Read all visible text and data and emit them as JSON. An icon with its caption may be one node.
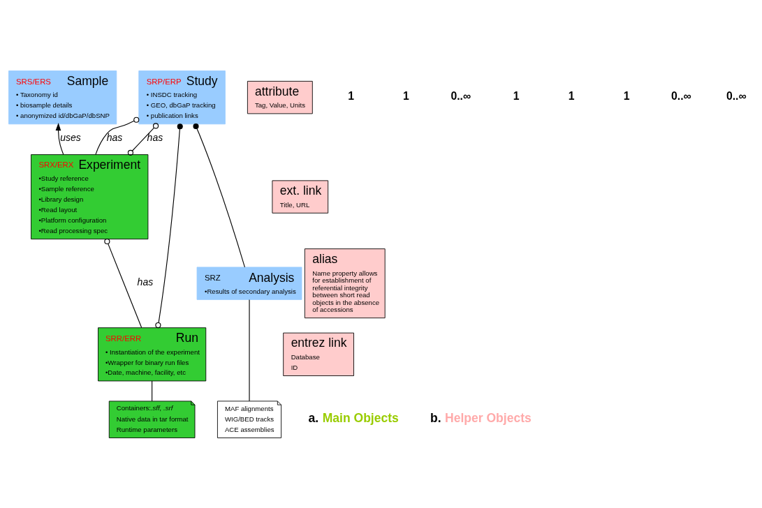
{
  "diagram": {
    "nodes": [
      {
        "text": [
          "SRP/ERP",
          "Study",
          "• INSDC tracking",
          "• GEO, dbGaP tracking",
          "• publication links"
        ]
      },
      {
        "text": [
          "SRS/ERS",
          "Sample",
          "• Taxonomy id",
          "• biosample details",
          "• anonymized id/dbGaP/dbSNP"
        ]
      },
      {
        "text": [
          "attribute",
          "Tag, Value, Units"
        ]
      },
      {
        "text": [
          "SRX/ERX",
          "Experiment",
          "•Study reference",
          "•Sample reference",
          "•Library design",
          "•Read layout",
          "•Platform configuration",
          "•Read processing spec"
        ]
      },
      {
        "text": [
          "ext. link",
          "Title, URL"
        ]
      },
      {
        "text": [
          "entrez link",
          "Database",
          "ID"
        ]
      },
      {
        "text": [
          "alias",
          "Name property allows for establishment of referential integrity between short read objects in the absence of accessions"
        ]
      },
      {
        "text": [
          "SRR/ERR",
          "Run",
          "• Instantiation of the experiment",
          "•Wrapper for binary run files",
          "•Date, machine, facility, etc"
        ]
      },
      {
        "text": [
          "SRZ",
          "Analysis",
          "•Results of secondary analysis"
        ]
      },
      {
        "text": [
          "Containers:*.sff, .srf*",
          "Native data in tar format",
          "Runtime parameters"
        ]
      },
      {
        "text": [
          "MAF alignments",
          "WIG/BED tracks",
          "ACE assemblies"
        ]
      }
    ],
    "edges": [
      {
        "from": 0,
        "to": 3,
        "arrow": "other",
        "label": "has"
      },
      {
        "from": 0,
        "to": 3,
        "arrow": "other",
        "label": "has"
      },
      {
        "from": 0,
        "to": 7,
        "arrow": "other"
      },
      {
        "from": 0,
        "to": 8,
        "arrow": "other"
      },
      {
        "from": 3,
        "to": 1,
        "arrow": "to",
        "label": "uses"
      },
      {
        "from": 3,
        "to": 7,
        "arrow": "other",
        "label": "has"
      },
      {
        "from": 7,
        "to": 9,
        "arrow": "none"
      },
      {
        "from": 8,
        "to": 10,
        "arrow": "none"
      }
    ],
    "labels": [
      "1",
      "1",
      "0..∞",
      "1",
      "1",
      "1",
      "0..∞",
      "0..∞",
      "a. Main Objects",
      "b. Helper Objects"
    ]
  }
}
